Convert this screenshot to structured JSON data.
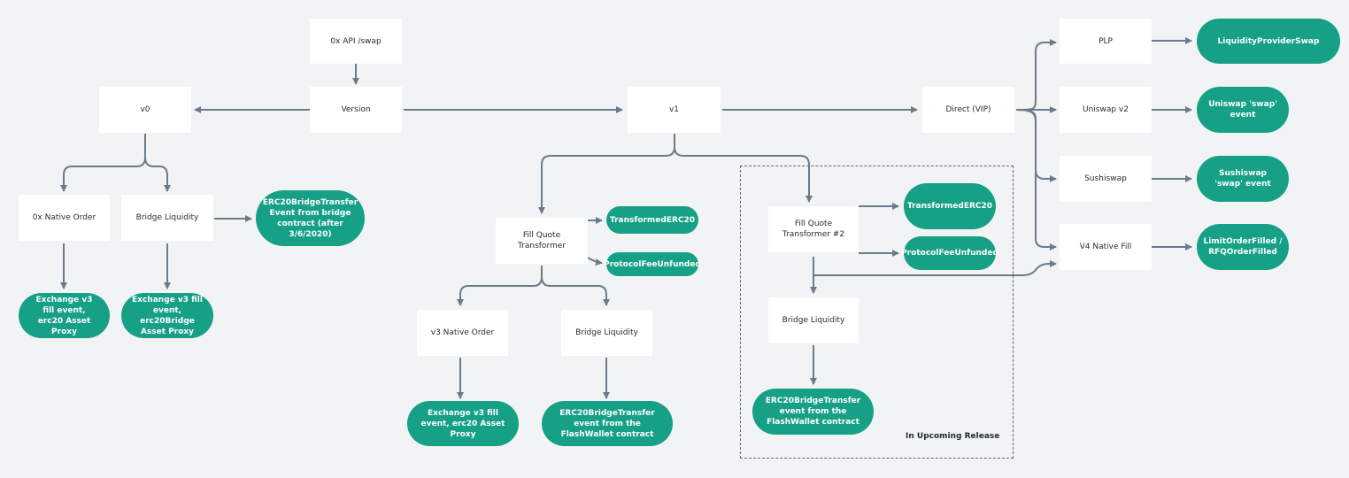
{
  "nodes": {
    "api_swap": "0x API /swap",
    "version": "Version",
    "v0": "v0",
    "v1": "v1",
    "direct_vip": "Direct (VIP)",
    "plp": "PLP",
    "uniswap_v2": "Uniswap v2",
    "sushiswap": "Sushiswap",
    "v4_native_fill": "V4 Native Fill",
    "native_order_0x": "0x Native Order",
    "bridge_liquidity_v0": "Bridge Liquidity",
    "fill_quote_transformer": "Fill Quote Transformer",
    "fill_quote_transformer_2": "Fill Quote Transformer #2",
    "v3_native_order": "v3 Native Order",
    "bridge_liquidity_v1": "Bridge Liquidity",
    "bridge_liquidity_upcoming": "Bridge Liquidity"
  },
  "events": {
    "liquidity_provider_swap": "LiquidityProviderSwap",
    "uniswap_swap_event": "Uniswap 'swap' event",
    "sushiswap_swap_event": "Sushiswap 'swap' event",
    "limit_rfq_filled": "LimitOrderFilled / RFQOrderFilled",
    "erc20_bridge_transfer_v0": "ERC20BridgeTransfer Event from bridge contract (after 3/6/2020)",
    "exchange_v3_erc20_proxy": "Exchange v3 fill event, erc20 Asset Proxy",
    "exchange_v3_erc20bridge_proxy": "Exchange v3 fill event, erc20Bridge Asset Proxy",
    "transformed_erc20": "TransformedERC20",
    "protocol_fee_unfunded": "ProtocolFeeUnfunded",
    "transformed_erc20_2": "TransformedERC20",
    "protocol_fee_unfunded_2": "ProtocolFeeUnfunded",
    "exchange_v3_erc20_proxy_v1": "Exchange v3 fill event, erc20 Asset Proxy",
    "erc20_bridge_transfer_flashwallet": "ERC20BridgeTransfer event from the FlashWallet contract",
    "erc20_bridge_transfer_flashwallet_2": "ERC20BridgeTransfer event from the FlashWallet contract"
  },
  "group": {
    "label": "In Upcoming Release"
  },
  "colors": {
    "event_fill": "#16a085",
    "arrow": "#6b7b8c",
    "background": "#f2f3f4"
  }
}
